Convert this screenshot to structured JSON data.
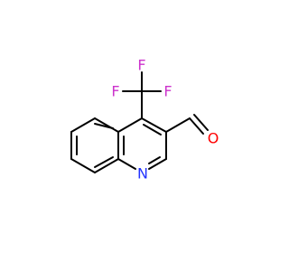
{
  "molecule": {
    "atoms": {
      "fluorine_top": "F",
      "fluorine_left": "F",
      "fluorine_right": "F",
      "oxygen": "O",
      "nitrogen": "N"
    },
    "colors": {
      "bond": "#000000",
      "fluorine": "#cc33cc",
      "oxygen": "#ff0000",
      "nitrogen": "#2233ff"
    }
  }
}
